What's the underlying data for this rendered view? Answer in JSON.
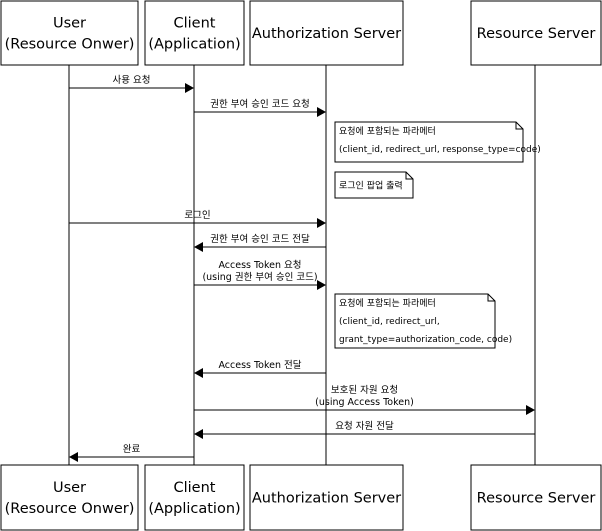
{
  "actors": [
    {
      "id": "user",
      "lines": [
        "User",
        "(Resource Onwer)"
      ]
    },
    {
      "id": "client",
      "lines": [
        "Client",
        "(Application)"
      ]
    },
    {
      "id": "auth",
      "lines": [
        "Authorization Server"
      ]
    },
    {
      "id": "resource",
      "lines": [
        "Resource Server"
      ]
    }
  ],
  "messages": [
    {
      "from": "user",
      "to": "client",
      "lines": [
        "사용 요청"
      ]
    },
    {
      "from": "client",
      "to": "auth",
      "lines": [
        "권한 부여 승인 코드 요청"
      ]
    },
    {
      "from": "user",
      "to": "auth",
      "lines": [
        "로그인"
      ]
    },
    {
      "from": "auth",
      "to": "client",
      "lines": [
        "권한 부여 승인 코드 전달"
      ]
    },
    {
      "from": "client",
      "to": "auth",
      "lines": [
        "Access Token 요청",
        "(using 권한 부여 승인 코드)"
      ]
    },
    {
      "from": "auth",
      "to": "client",
      "lines": [
        "Access Token 전달"
      ]
    },
    {
      "from": "client",
      "to": "resource",
      "lines": [
        "보호된 자원 요청",
        "(using Access Token)"
      ]
    },
    {
      "from": "resource",
      "to": "client",
      "lines": [
        "요청 자원 전달"
      ]
    },
    {
      "from": "client",
      "to": "user",
      "lines": [
        "완료"
      ]
    }
  ],
  "notes": [
    {
      "lines": [
        "요청에 포함되는 파라메터",
        "(client_id, redirect_url, response_type=code)"
      ]
    },
    {
      "lines": [
        "로그인 팝업 출력"
      ]
    },
    {
      "lines": [
        "요청에 포함되는 파라메터",
        "(client_id, redirect_url,",
        "grant_type=authorization_code, code)"
      ]
    }
  ]
}
